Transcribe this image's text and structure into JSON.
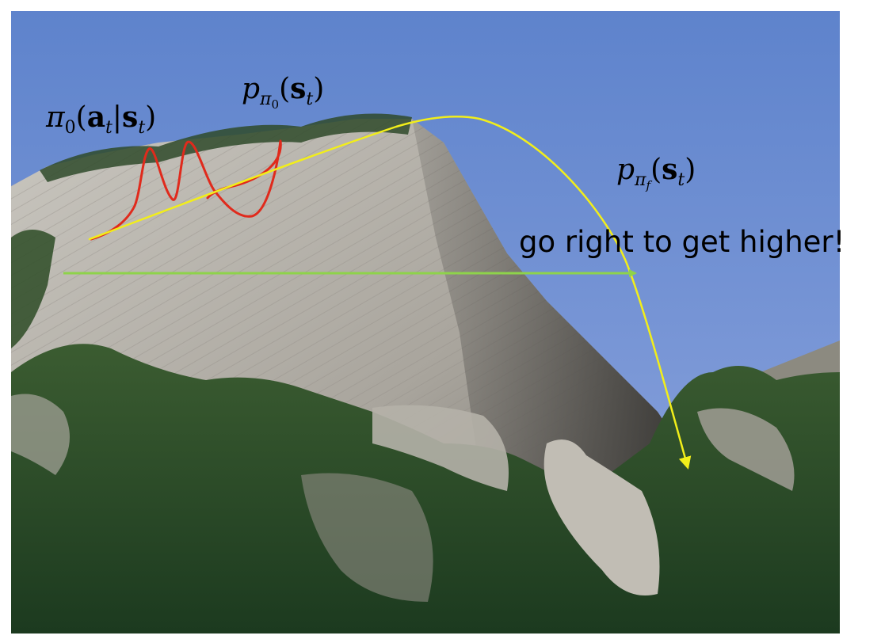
{
  "labels": {
    "initial_policy": {
      "pi": "π",
      "sub0": "0",
      "open": "(",
      "a": "a",
      "a_sub": "t",
      "bar": "|",
      "s": "s",
      "s_sub": "t",
      "close": ")"
    },
    "initial_state_dist": {
      "p": "p",
      "pi": "π",
      "sub0": "0",
      "open": "(",
      "s": "s",
      "s_sub": "t",
      "close": ")"
    },
    "final_state_dist": {
      "p": "p",
      "pi": "π",
      "subf": "f",
      "open": "(",
      "s": "s",
      "s_sub": "t",
      "close": ")"
    },
    "caption": "go right to get higher!"
  },
  "colors": {
    "sky_top": "#5e83cc",
    "sky_bottom": "#8fa6de",
    "rock": "#b9b5ad",
    "forest": "#2a4a28",
    "policy_curve": "#e02a1c",
    "state_dist_curve": "#f2ee1a",
    "right_arrow": "#8ed34a"
  }
}
